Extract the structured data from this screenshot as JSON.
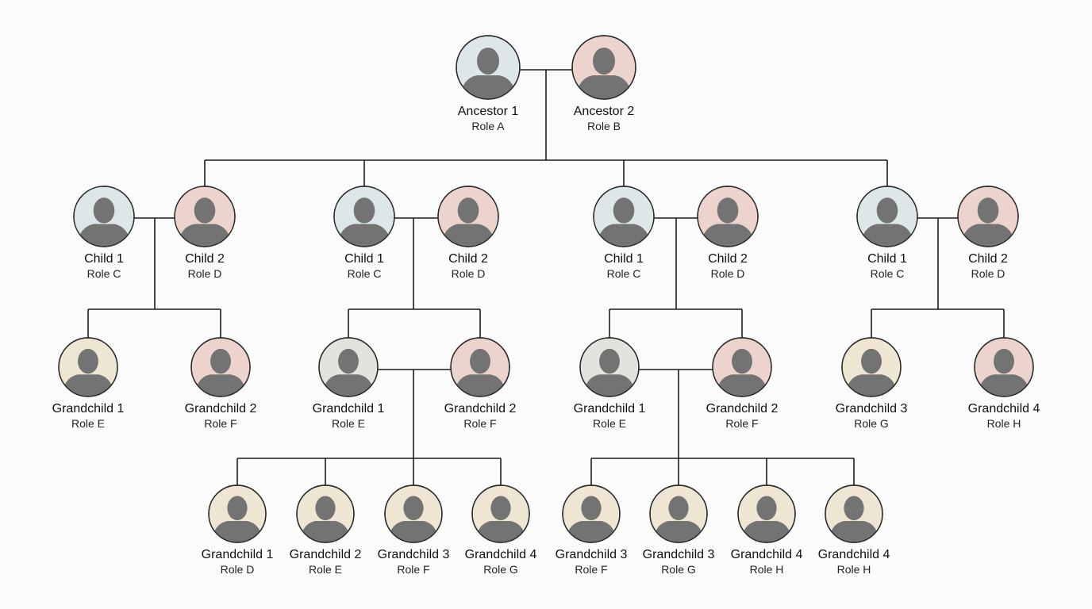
{
  "colors": {
    "blue": "#dde7ea",
    "pink": "#ecd4cd",
    "cream": "#eee6d3",
    "gray": "#e2e3dc",
    "silhouette": "#737373",
    "line": "#1b1b1b"
  },
  "people": [
    {
      "id": "a1",
      "name": "Ancestor 1",
      "role": "Role A",
      "tone": "blue",
      "icon": "person-silhouette-icon"
    },
    {
      "id": "a2",
      "name": "Ancestor 2",
      "role": "Role B",
      "tone": "pink",
      "icon": "person-silhouette-icon"
    },
    {
      "id": "b1a",
      "name": "Child 1",
      "role": "Role C",
      "tone": "blue",
      "icon": "person-silhouette-icon"
    },
    {
      "id": "b1b",
      "name": "Child 2",
      "role": "Role D",
      "tone": "pink",
      "icon": "person-silhouette-icon"
    },
    {
      "id": "b2a",
      "name": "Child 1",
      "role": "Role C",
      "tone": "blue",
      "icon": "person-silhouette-icon"
    },
    {
      "id": "b2b",
      "name": "Child 2",
      "role": "Role D",
      "tone": "pink",
      "icon": "person-silhouette-icon"
    },
    {
      "id": "b3a",
      "name": "Child 1",
      "role": "Role C",
      "tone": "blue",
      "icon": "person-silhouette-icon"
    },
    {
      "id": "b3b",
      "name": "Child 2",
      "role": "Role D",
      "tone": "pink",
      "icon": "person-silhouette-icon"
    },
    {
      "id": "b4a",
      "name": "Child 1",
      "role": "Role C",
      "tone": "blue",
      "icon": "person-silhouette-icon"
    },
    {
      "id": "b4b",
      "name": "Child 2",
      "role": "Role D",
      "tone": "pink",
      "icon": "person-silhouette-icon"
    },
    {
      "id": "c1",
      "name": "Grandchild 1",
      "role": "Role E",
      "tone": "cream",
      "icon": "person-silhouette-icon"
    },
    {
      "id": "c2",
      "name": "Grandchild 2",
      "role": "Role F",
      "tone": "pink",
      "icon": "person-silhouette-icon"
    },
    {
      "id": "c3",
      "name": "Grandchild 1",
      "role": "Role E",
      "tone": "gray",
      "icon": "person-silhouette-icon"
    },
    {
      "id": "c4",
      "name": "Grandchild 2",
      "role": "Role F",
      "tone": "pink",
      "icon": "person-silhouette-icon"
    },
    {
      "id": "c5",
      "name": "Grandchild 1",
      "role": "Role E",
      "tone": "gray",
      "icon": "person-silhouette-icon"
    },
    {
      "id": "c6",
      "name": "Grandchild 2",
      "role": "Role F",
      "tone": "pink",
      "icon": "person-silhouette-icon"
    },
    {
      "id": "c7",
      "name": "Grandchild 3",
      "role": "Role G",
      "tone": "cream",
      "icon": "person-silhouette-icon"
    },
    {
      "id": "c8",
      "name": "Grandchild 4",
      "role": "Role H",
      "tone": "pink",
      "icon": "person-silhouette-icon"
    },
    {
      "id": "d1",
      "name": "Grandchild 1",
      "role": "Role D",
      "tone": "cream",
      "icon": "person-silhouette-icon"
    },
    {
      "id": "d2",
      "name": "Grandchild 2",
      "role": "Role E",
      "tone": "cream",
      "icon": "person-silhouette-icon"
    },
    {
      "id": "d3",
      "name": "Grandchild 3",
      "role": "Role F",
      "tone": "cream",
      "icon": "person-silhouette-icon"
    },
    {
      "id": "d4",
      "name": "Grandchild 4",
      "role": "Role G",
      "tone": "cream",
      "icon": "person-silhouette-icon"
    },
    {
      "id": "d5",
      "name": "Grandchild 3",
      "role": "Role F",
      "tone": "cream",
      "icon": "person-silhouette-icon"
    },
    {
      "id": "d6",
      "name": "Grandchild 3",
      "role": "Role G",
      "tone": "cream",
      "icon": "person-silhouette-icon"
    },
    {
      "id": "d7",
      "name": "Grandchild 4",
      "role": "Role H",
      "tone": "cream",
      "icon": "person-silhouette-icon"
    },
    {
      "id": "d8",
      "name": "Grandchild 4",
      "role": "Role H",
      "tone": "cream",
      "icon": "person-silhouette-icon"
    }
  ]
}
